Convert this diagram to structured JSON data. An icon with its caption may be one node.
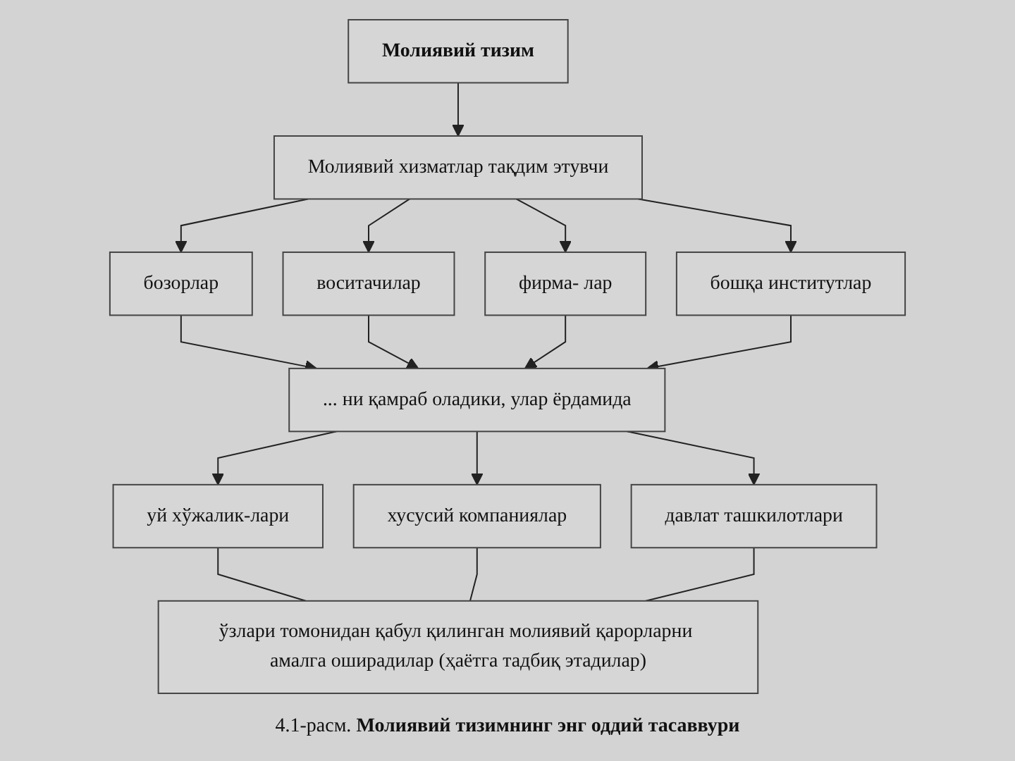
{
  "diagram": {
    "caption": "4.1-расм. **Молиявий тизимнинг энг оддий тасаввури**",
    "nodes": [
      {
        "text": [
          "Молиявий тизим"
        ]
      },
      {
        "text": [
          "Молиявий хизматлар тақдим этувчи"
        ]
      },
      {
        "text": [
          "бозорлар"
        ]
      },
      {
        "text": [
          "воситачилар"
        ]
      },
      {
        "text": [
          "фирма- лар"
        ]
      },
      {
        "text": [
          "бошқа институтлар"
        ]
      },
      {
        "text": [
          "... ни қамраб оладики, улар ёрдамида"
        ]
      },
      {
        "text": [
          "уй хўжалик-лари"
        ]
      },
      {
        "text": [
          "хусусий компаниялар"
        ]
      },
      {
        "text": [
          "давлат ташкилотлари"
        ]
      },
      {
        "text": [
          "ўзлари томонидан қабул қилинган молиявий қарорларни амалга оширадилар (ҳаётга тадбиқ этадилар)"
        ]
      }
    ],
    "edges": [
      {
        "from": 0,
        "to": 1,
        "arrow": "to"
      },
      {
        "from": 1,
        "to": 2,
        "arrow": "to"
      },
      {
        "from": 1,
        "to": 3,
        "arrow": "to"
      },
      {
        "from": 1,
        "to": 4,
        "arrow": "to"
      },
      {
        "from": 1,
        "to": 5,
        "arrow": "to"
      },
      {
        "from": 2,
        "to": 6,
        "arrow": "to"
      },
      {
        "from": 3,
        "to": 6,
        "arrow": "to"
      },
      {
        "from": 4,
        "to": 6,
        "arrow": "to"
      },
      {
        "from": 5,
        "to": 6,
        "arrow": "to"
      },
      {
        "from": 6,
        "to": 7,
        "arrow": "to"
      },
      {
        "from": 6,
        "to": 8,
        "arrow": "to"
      },
      {
        "from": 6,
        "to": 9,
        "arrow": "to"
      },
      {
        "from": 7,
        "to": 10,
        "arrow": "none"
      },
      {
        "from": 8,
        "to": 10,
        "arrow": "none"
      },
      {
        "from": 9,
        "to": 10,
        "arrow": "none"
      }
    ]
  }
}
